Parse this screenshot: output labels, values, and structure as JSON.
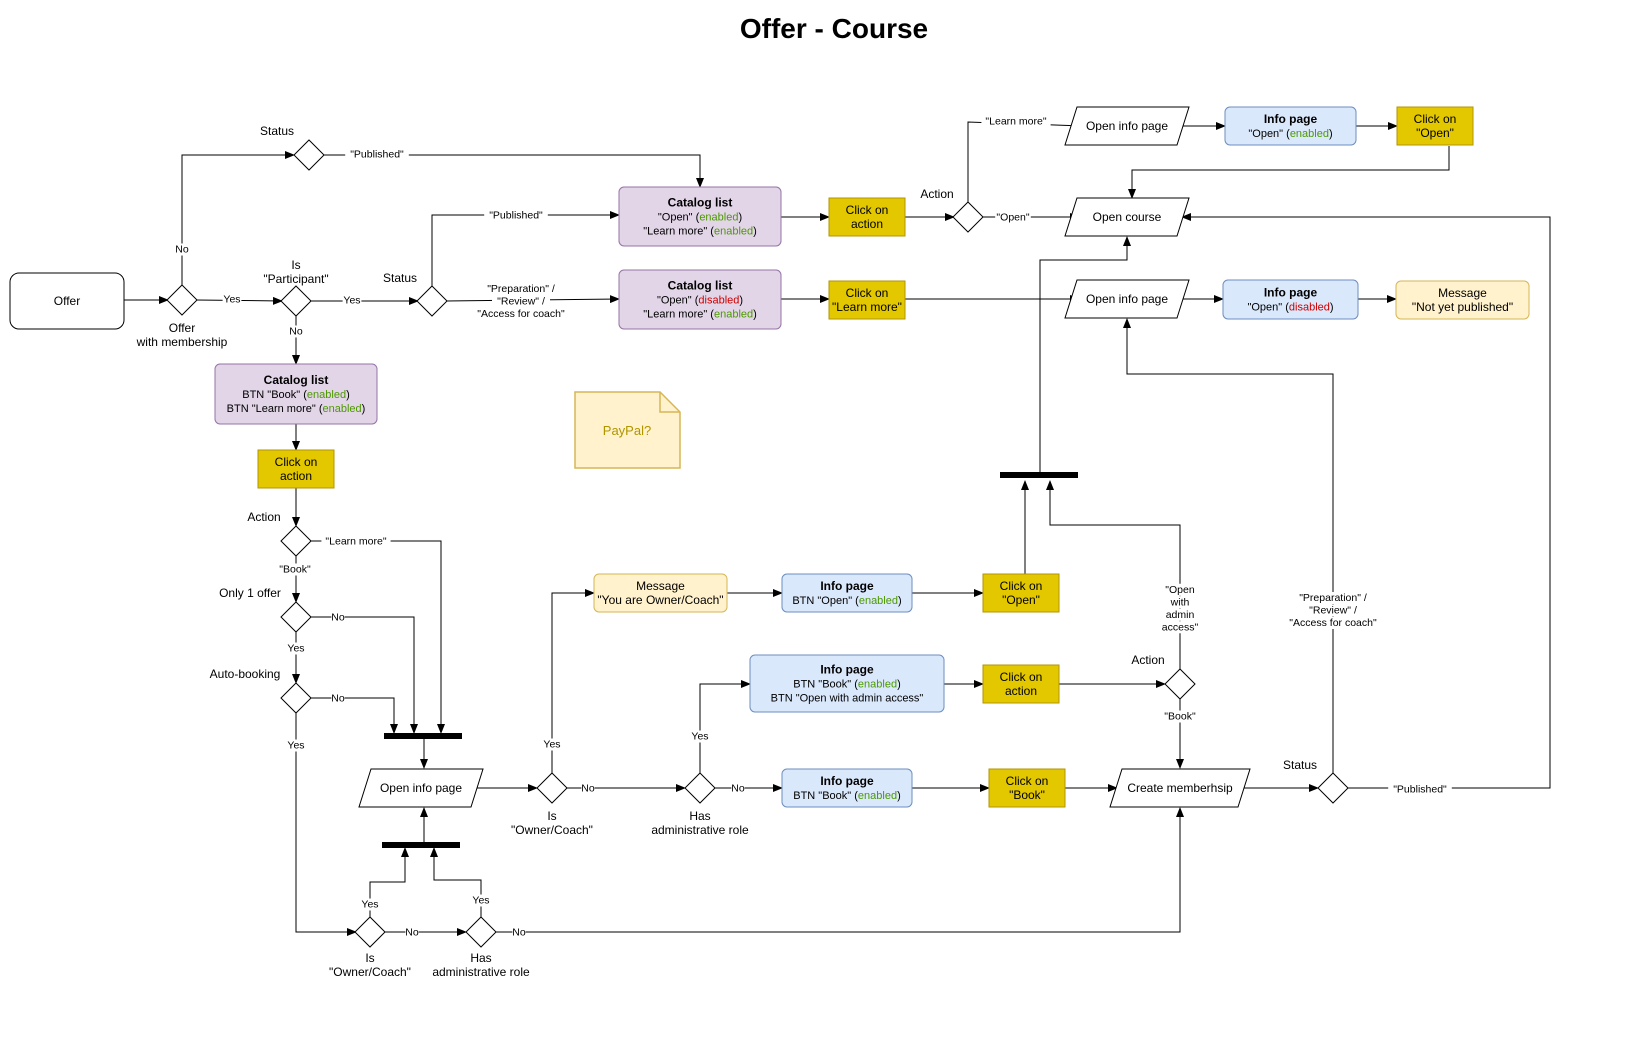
{
  "title": "Offer - Course",
  "colors": {
    "stroke": "#000000",
    "purple_fill": "#e1d5e7",
    "purple_stroke": "#9673a6",
    "blue_fill": "#dae8fc",
    "blue_stroke": "#6c8ebf",
    "yellow_fill": "#e3c800",
    "yellow_stroke": "#b09500",
    "cream_fill": "#fff2cc",
    "cream_stroke": "#d6b656",
    "enabled": "#4d9900",
    "disabled": "#cc0000"
  },
  "nodes": {
    "offer": {
      "text": "Offer"
    },
    "d_membership": {
      "label": [
        "Offer",
        "with membership"
      ]
    },
    "d_status_top": {
      "label": [
        "Status"
      ]
    },
    "d_participant": {
      "label": [
        "Is",
        "\"Participant\""
      ]
    },
    "d_status_mid": {
      "label": [
        "Status"
      ]
    },
    "d_action_top": {
      "label": [
        "Action"
      ]
    },
    "catalog_published": {
      "title": "Catalog list",
      "lines": [
        [
          {
            "t": "\"Open\" ("
          },
          {
            "t": "enabled",
            "c": "enabled"
          },
          {
            "t": ")"
          }
        ],
        [
          {
            "t": "\"Learn more\" ("
          },
          {
            "t": "enabled",
            "c": "enabled"
          },
          {
            "t": ")"
          }
        ]
      ]
    },
    "catalog_prep": {
      "title": "Catalog list",
      "lines": [
        [
          {
            "t": "\"Open\" ("
          },
          {
            "t": "disabled",
            "c": "disabled"
          },
          {
            "t": ")"
          }
        ],
        [
          {
            "t": "\"Learn more\" ("
          },
          {
            "t": "enabled",
            "c": "enabled"
          },
          {
            "t": ")"
          }
        ]
      ]
    },
    "catalog_book": {
      "title": "Catalog list",
      "lines": [
        [
          {
            "t": "BTN \"Book\" ("
          },
          {
            "t": "enabled",
            "c": "enabled"
          },
          {
            "t": ")"
          }
        ],
        [
          {
            "t": "BTN \"Learn more\" ("
          },
          {
            "t": "enabled",
            "c": "enabled"
          },
          {
            "t": ")"
          }
        ]
      ]
    },
    "click_action_top": {
      "lines": [
        "Click on",
        "action"
      ]
    },
    "click_learn_more": {
      "lines": [
        "Click on",
        "\"Learn more\""
      ]
    },
    "click_action_left": {
      "lines": [
        "Click on",
        "action"
      ]
    },
    "open_info_top": {
      "text": "Open info page"
    },
    "info_top": {
      "title": "Info page",
      "lines": [
        [
          {
            "t": "\"Open\" ("
          },
          {
            "t": "enabled",
            "c": "enabled"
          },
          {
            "t": ")"
          }
        ]
      ]
    },
    "click_open_top": {
      "lines": [
        "Click on",
        "\"Open\""
      ]
    },
    "open_course": {
      "text": "Open course"
    },
    "open_info_mid": {
      "text": "Open info page"
    },
    "info_mid": {
      "title": "Info page",
      "lines": [
        [
          {
            "t": "\"Open\" ("
          },
          {
            "t": "disabled",
            "c": "disabled"
          },
          {
            "t": ")"
          }
        ]
      ]
    },
    "msg_not_published": {
      "lines": [
        "Message",
        "\"Not yet published\""
      ]
    },
    "paypal_note": {
      "text": "PayPal?"
    },
    "d_action_left": {
      "label": [
        "Action"
      ]
    },
    "d_only1": {
      "label": [
        "Only 1 offer"
      ]
    },
    "d_autobook": {
      "label": [
        "Auto-booking"
      ]
    },
    "open_info_bottom": {
      "text": "Open info page"
    },
    "d_owner_mid": {
      "label": [
        "Is",
        "\"Owner/Coach\""
      ]
    },
    "d_admin_mid": {
      "label": [
        "Has",
        "administrative role"
      ]
    },
    "d_owner_bottom": {
      "label": [
        "Is",
        "\"Owner/Coach\""
      ]
    },
    "d_admin_bottom": {
      "label": [
        "Has",
        "administrative role"
      ]
    },
    "msg_owner": {
      "lines": [
        "Message",
        "\"You are Owner/Coach\""
      ]
    },
    "info_open_owner": {
      "title": "Info page",
      "lines": [
        [
          {
            "t": "BTN \"Open\" ("
          },
          {
            "t": "enabled",
            "c": "enabled"
          },
          {
            "t": ")"
          }
        ]
      ]
    },
    "click_open_owner": {
      "lines": [
        "Click on",
        "\"Open\""
      ]
    },
    "info_book_admin": {
      "title": "Info page",
      "lines": [
        [
          {
            "t": "BTN \"Book\" ("
          },
          {
            "t": "enabled",
            "c": "enabled"
          },
          {
            "t": ")"
          }
        ],
        [
          {
            "t": "BTN \"Open with admin access\""
          }
        ]
      ]
    },
    "click_action_admin": {
      "lines": [
        "Click on",
        "action"
      ]
    },
    "d_action_admin": {
      "label": [
        "Action"
      ]
    },
    "info_book": {
      "title": "Info page",
      "lines": [
        [
          {
            "t": "BTN \"Book\" ("
          },
          {
            "t": "enabled",
            "c": "enabled"
          },
          {
            "t": ")"
          }
        ]
      ]
    },
    "click_book": {
      "lines": [
        "Click on",
        "\"Book\""
      ]
    },
    "create_membership": {
      "text": "Create memberhsip"
    },
    "d_status_bottom": {
      "label": [
        "Status"
      ]
    }
  },
  "edge_labels": {
    "no_membership": [
      "No"
    ],
    "yes_membership": [
      "Yes"
    ],
    "published_top": [
      "\"Published\""
    ],
    "yes_participant": [
      "Yes"
    ],
    "no_participant": [
      "No"
    ],
    "published_mid": [
      "\"Published\""
    ],
    "prep_mid": [
      "\"Preparation\" /",
      "\"Review\" /",
      "\"Access for coach\""
    ],
    "learn_more_top": [
      "\"Learn more\""
    ],
    "open_top": [
      "\"Open\""
    ],
    "learn_more_left": [
      "\"Learn more\""
    ],
    "book_left": [
      "\"Book\""
    ],
    "no_only1": [
      "No"
    ],
    "yes_only1": [
      "Yes"
    ],
    "no_autobook": [
      "No"
    ],
    "yes_autobook": [
      "Yes"
    ],
    "yes_owner_mid": [
      "Yes"
    ],
    "no_owner_mid": [
      "No"
    ],
    "yes_admin_mid": [
      "Yes"
    ],
    "no_admin_mid": [
      "No"
    ],
    "yes_owner_bottom": [
      "Yes"
    ],
    "no_owner_bottom": [
      "No"
    ],
    "yes_admin_bottom": [
      "Yes"
    ],
    "no_admin_bottom": [
      "No"
    ],
    "open_admin_access": [
      "\"Open",
      "with",
      "admin",
      "access\""
    ],
    "book_admin": [
      "\"Book\""
    ],
    "prep_bottom": [
      "\"Preparation\" /",
      "\"Review\" /",
      "\"Access for coach\""
    ],
    "published_bottom": [
      "\"Published\""
    ]
  }
}
